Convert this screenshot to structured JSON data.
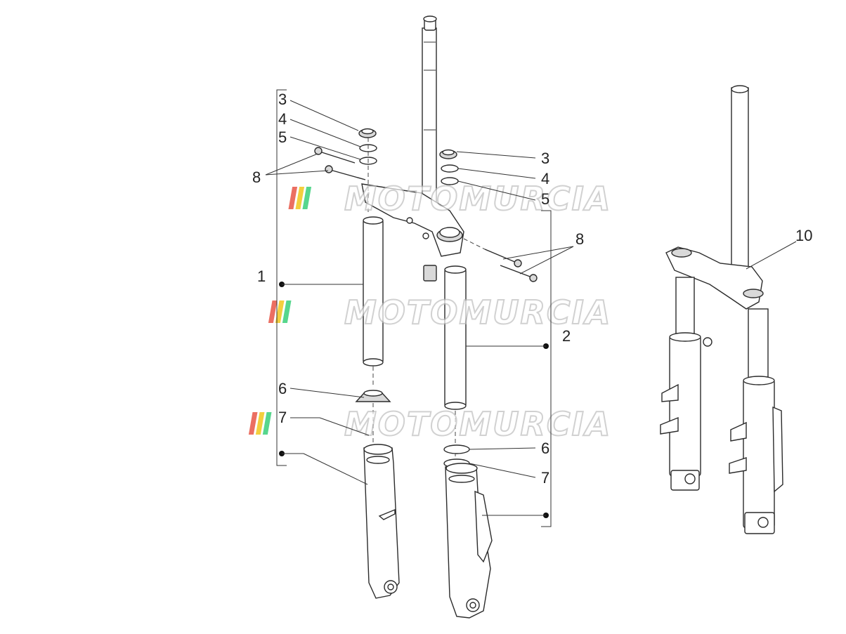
{
  "callouts": {
    "left_3": "3",
    "left_4": "4",
    "left_5": "5",
    "left_8": "8",
    "left_1": "1",
    "left_6": "6",
    "left_7": "7",
    "right_3": "3",
    "right_4": "4",
    "right_5": "5",
    "right_8": "8",
    "right_2": "2",
    "right_6": "6",
    "right_7": "7",
    "assembly_10": "10"
  },
  "watermark": {
    "text": "MOTOMURCIA",
    "stripe_colors": [
      "#e74c3c",
      "#f1c40f",
      "#2ecc71"
    ]
  },
  "colors": {
    "line": "#2b2b2b",
    "text": "#222222",
    "background": "#ffffff"
  }
}
